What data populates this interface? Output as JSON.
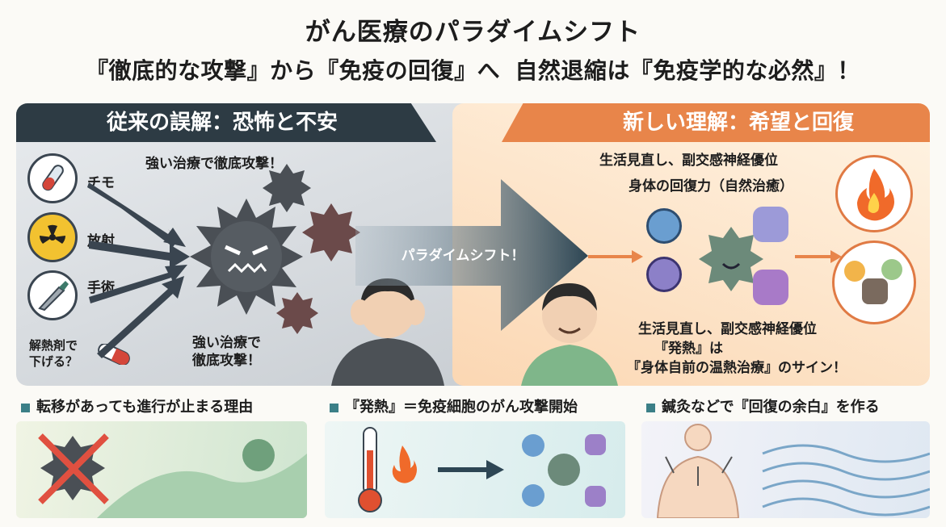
{
  "title": {
    "line1": "がん医療のパラダイムシフト",
    "line2a": "『徹底的な攻撃』から『免疫の回復』へ",
    "line2b": "自然退縮は『免疫学的な必然』！"
  },
  "left_panel": {
    "header": "従来の誤解：恐怖と不安",
    "attack_top": "強い治療で徹底攻撃！",
    "attack_bottom_1": "強い治療で",
    "attack_bottom_2": "徹底攻撃！",
    "treatments": [
      "チモ",
      "放射",
      "手術"
    ],
    "fever_1": "解熱剤で",
    "fever_2": "下げる？"
  },
  "shift_label": "パラダイムシフト！",
  "right_panel": {
    "header": "新しい理解：希望と回復",
    "top_1": "生活見直し、副交感神経優位",
    "top_2": "身体の回復力（自然治癒）",
    "bottom_1": "生活見直し、副交感神経優位",
    "bottom_2": "『発熱』は",
    "bottom_3": "『身体自前の温熱治療』のサイン！"
  },
  "bottom_cards": [
    {
      "title": "転移があっても進行が止まる理由"
    },
    {
      "title": "『発熱』＝免疫細胞のがん攻撃開始"
    },
    {
      "title": "鍼灸などで『回復の余白』を作る"
    }
  ],
  "colors": {
    "left_header": "#2d3b44",
    "right_header": "#e8854a",
    "cancer_cell": "#4a4f55",
    "immune_blue": "#6a9ed0",
    "fire": "#f06a2a"
  }
}
